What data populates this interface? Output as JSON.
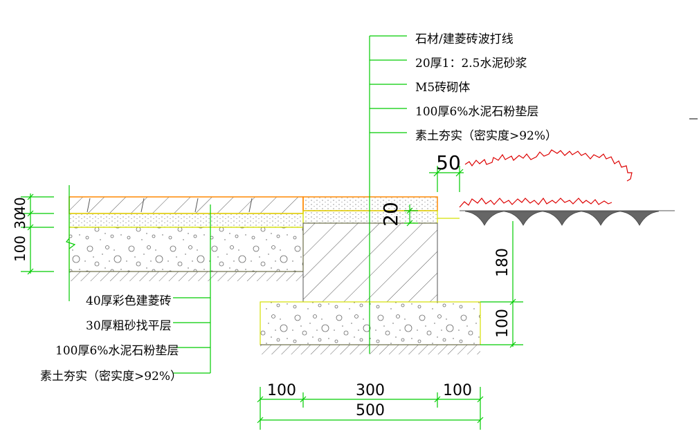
{
  "callouts_right": [
    "石材/建菱砖波打线",
    "20厚1：2.5水泥砂浆",
    "M5砖砌体",
    "100厚6%水泥石粉垫层",
    "素土夯实（密实度>92%）"
  ],
  "callouts_left": [
    "40厚彩色建菱砖",
    "30厚粗砂找平层",
    "100厚6%水泥石粉垫层",
    "素土夯实（密实度>92%）"
  ],
  "dims": {
    "left_40": "40",
    "left_30": "30",
    "left_100": "100",
    "gap_50": "50",
    "mortar_20": "20",
    "wall_180": "180",
    "base_100": "100",
    "bottom_100_left": "100",
    "bottom_300": "300",
    "bottom_100_right": "100",
    "bottom_500": "500"
  },
  "colors": {
    "leader": "#00cc00",
    "paver_outline": "#ff8800",
    "layer_outline": "#d4e000",
    "hatch": "#444444",
    "plant": "#dd0000",
    "dim_tick": "#00cc00"
  }
}
